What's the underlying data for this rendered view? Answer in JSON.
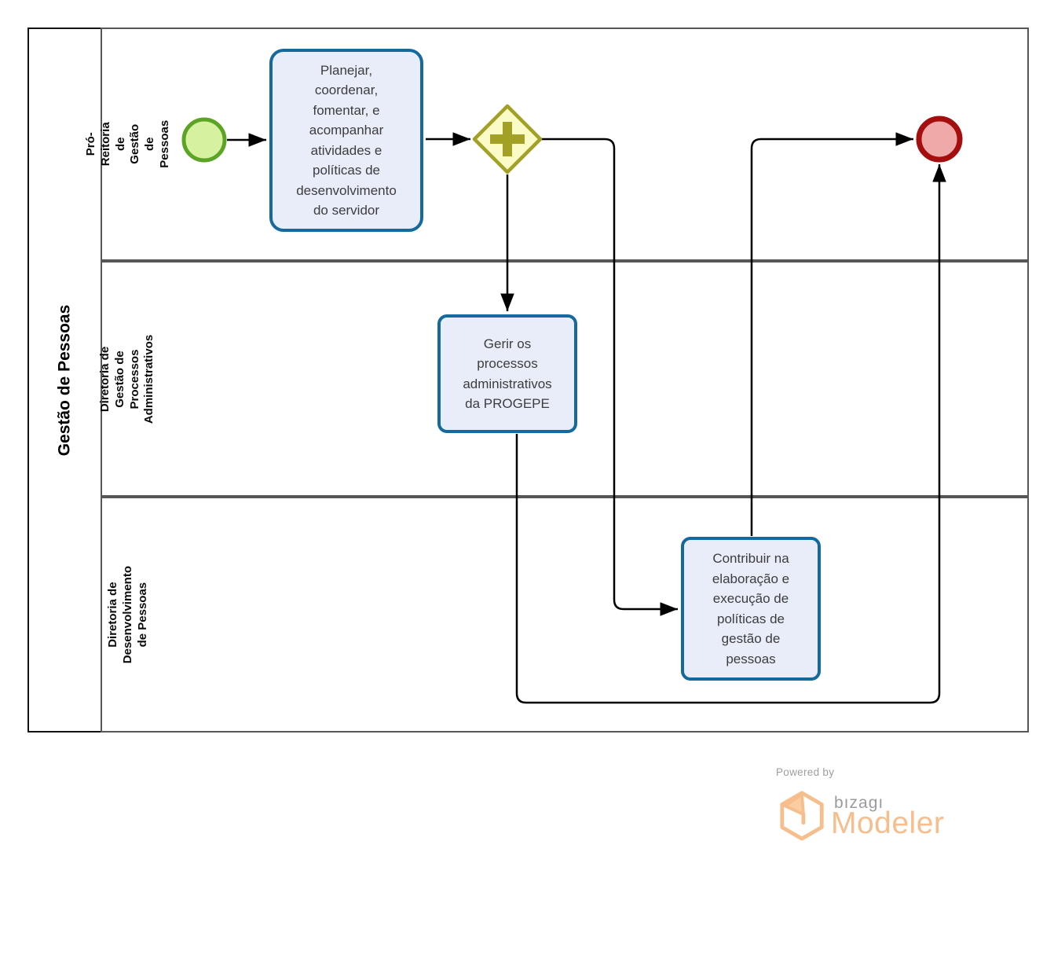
{
  "diagram": {
    "pool_title": "Gestão de Pessoas",
    "lanes": [
      {
        "label": "Pró-Reitoria de Gestão de Pessoas"
      },
      {
        "label": "Diretoria de Gestão de Processos Administrativos"
      },
      {
        "label": "Diretoria de Desenvolvimento de Pessoas"
      }
    ],
    "tasks": {
      "planejar": {
        "label": "Planejar, coordenar, fomentar, e acompanhar atividades e políticas de desenvolvimento do servidor",
        "lane": "Pró-Reitoria de Gestão de Pessoas"
      },
      "gerir": {
        "label": "Gerir os processos administrativos da PROGEPE",
        "lane": "Diretoria de Gestão de Processos Administrativos"
      },
      "contribuir": {
        "label": "Contribuir na elaboração e execução de políticas de gestão de pessoas",
        "lane": "Diretoria de Desenvolvimento de Pessoas"
      }
    },
    "events": {
      "start": "start-event",
      "end": "end-event"
    },
    "gateway": {
      "type": "parallel-gateway"
    },
    "colors": {
      "task_fill": "#E9EDFA",
      "task_border": "#16699C",
      "start_fill": "#D6F1A0",
      "start_border": "#5CA426",
      "end_fill": "#EFA9A9",
      "end_border": "#A50E0E",
      "gateway_fill": "#FBFBC8",
      "gateway_border": "#A3A026",
      "lane_border": "#565656",
      "pool_border": "#141414",
      "flow_line": "#000000"
    }
  },
  "footer": {
    "powered_by": "Powered by",
    "brand": "bızagı",
    "product": "Modeler",
    "brand_color": "#9B9B9B",
    "product_color": "#F6BE8C"
  }
}
